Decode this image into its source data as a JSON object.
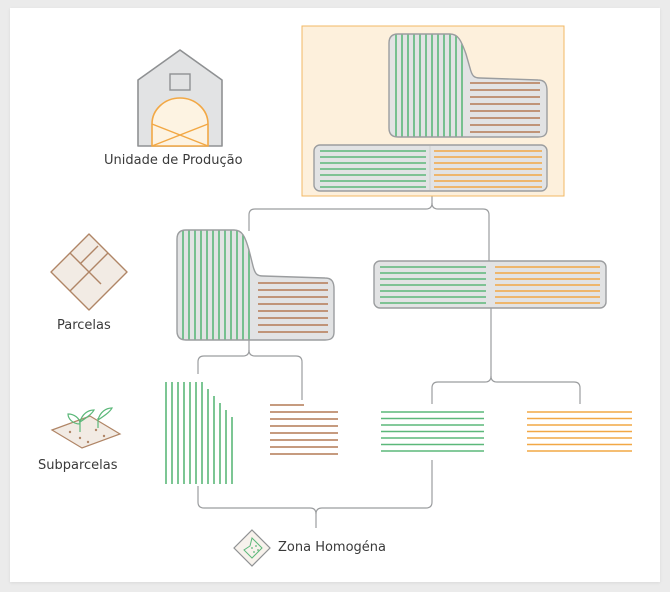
{
  "levels": {
    "production_unit": "Unidade de Produção",
    "parcels": "Parcelas",
    "subparcels": "Subparcelas",
    "homogeneous_zone": "Zona Homogéna"
  },
  "icons": {
    "production_unit": "barn-icon",
    "parcels": "parcels-tiles-icon",
    "subparcels": "seedlings-soil-icon",
    "homogeneous_zone": "homogeneous-zone-icon"
  },
  "colors": {
    "green": "#5cb87a",
    "brown": "#b47a55",
    "orange": "#f2a845",
    "highlight_fill": "#fdf0dc",
    "highlight_border": "#f2b864",
    "shape_fill": "#e2e3e4",
    "shape_border": "#9b9d9f",
    "connector": "#9b9d9f"
  }
}
